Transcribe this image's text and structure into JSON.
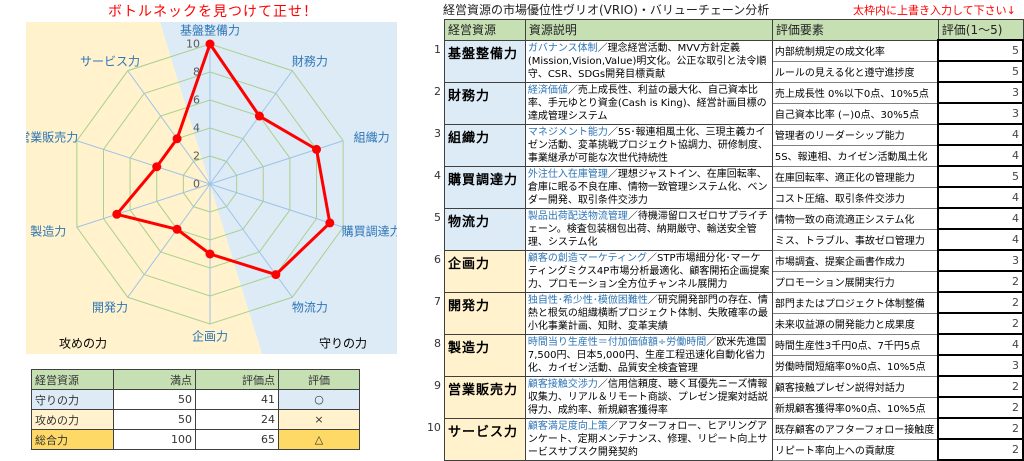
{
  "chart": {
    "title": "ボトルネックを見つけて正せ！",
    "zone_attack_label": "攻めの力",
    "zone_defense_label": "守りの力"
  },
  "chart_data": {
    "type": "radar",
    "title": "ボトルネックを見つけて正せ！",
    "categories": [
      "基盤整備力",
      "財務力",
      "組織力",
      "購買調達力",
      "物流力",
      "企画力",
      "開発力",
      "製造力",
      "営業販売力",
      "サービス力"
    ],
    "series": [
      {
        "name": "評価点",
        "values": [
          10,
          6,
          8,
          9,
          8,
          5,
          4,
          7,
          4,
          4
        ],
        "color": "#ff0000"
      }
    ],
    "rlim": [
      0,
      10
    ],
    "ticks": [
      0,
      2,
      4,
      6,
      8,
      10
    ],
    "grid": true,
    "zones": [
      {
        "name": "守りの力",
        "color": "#ddebf7"
      },
      {
        "name": "攻めの力",
        "color": "#fff2cc"
      }
    ],
    "colors": {
      "grid": "#a9d08e",
      "spokes": "#9dc3e6",
      "labels": "#2e75b6",
      "ticks": "#595959"
    }
  },
  "summary": {
    "headers": [
      "経営資源",
      "満点",
      "評価点",
      "評価"
    ],
    "rows": [
      {
        "name": "守りの力",
        "max": "50",
        "score": "41",
        "grade": "○"
      },
      {
        "name": "攻めの力",
        "max": "50",
        "score": "24",
        "grade": "×"
      },
      {
        "name": "総合力",
        "max": "100",
        "score": "65",
        "grade": "△"
      }
    ]
  },
  "vrio": {
    "title": "経営資源の市場優位性ヴリオ(VRIO)・バリューチェーン分析",
    "note": "太枠内に上書き入力して下さい↓",
    "headers": [
      "経営資源",
      "資源説明",
      "評価要素",
      "評価(1〜5)"
    ],
    "rows": [
      {
        "no": "1",
        "name": "基盤整備力",
        "highlight": "ガバナンス体制",
        "desc": "／理念経営活動、MVV方針定義(Mission,Vision,Value)明文化。公正な取引と法令順守、CSR、SDGs開発目標貢献",
        "elements": [
          "内部統制規定の成文化率",
          "ルールの見える化と遵守進捗度"
        ],
        "scores": [
          "5",
          "5"
        ]
      },
      {
        "no": "2",
        "name": "財務力",
        "highlight": "経済価値",
        "desc": "／売上成長性、利益の最大化、自己資本比率、手元ゆとり資金(Cash is King)、経営計画目標の達成管理システム",
        "elements": [
          "売上成長性 0%以下0点、10%5点",
          "自己資本比率 (−)0点、30%5点"
        ],
        "scores": [
          "3",
          "3"
        ]
      },
      {
        "no": "3",
        "name": "組織力",
        "highlight": "マネジメント能力",
        "desc": "／5S･報連相風土化、三現主義カイゼン活動、変革挑戦プロジェクト協調力、研修制度、事業継承が可能な次世代持続性",
        "elements": [
          "管理者のリーダーシップ能力",
          "5S、報連相、カイゼン活動風土化"
        ],
        "scores": [
          "4",
          "4"
        ]
      },
      {
        "no": "4",
        "name": "購買調達力",
        "highlight": "外注仕入在庫管理",
        "desc": "／理想ジャストイン、在庫回転率、倉庫に眠る不良在庫、情物一致管理システム化、ベンダー開発、取引条件交渉力",
        "elements": [
          "在庫回転率、適正化の管理能力",
          "コスト圧縮、取引条件交渉力"
        ],
        "scores": [
          "5",
          "4"
        ]
      },
      {
        "no": "5",
        "name": "物流力",
        "highlight": "製品出荷配送物流管理",
        "desc": "／待機滞留ロスゼロサプライチェーン。検査包装梱包出荷、納期厳守、輸送安全管理、システム化",
        "elements": [
          "情物一致の商流適正システム化",
          "ミス、トラブル、事故ゼロ管理力"
        ],
        "scores": [
          "4",
          "4"
        ]
      },
      {
        "no": "6",
        "name": "企画力",
        "highlight": "顧客の創造マーケティング",
        "desc": "／STP市場細分化･マーケティングミクス4P市場分析最適化、顧客開拓企画提案力、プロモーション全方位チャンネル展開力",
        "elements": [
          "市場調査、提案企画書作成力",
          "プロモーション展開実行力"
        ],
        "scores": [
          "3",
          "2"
        ]
      },
      {
        "no": "7",
        "name": "開発力",
        "highlight": "独自性･希少性･模倣困難性",
        "desc": "／研究開発部門の存在、情熱と根気の組織横断プロジェクト体制、失敗確率の最小化事業計画、知財、変革実績",
        "elements": [
          "部門またはプロジェクト体制整備",
          "未来収益源の開発能力と成果度"
        ],
        "scores": [
          "2",
          "2"
        ]
      },
      {
        "no": "8",
        "name": "製造力",
        "highlight": "時間当り生産性＝付加価値額÷労働時間",
        "desc": "／欧米先進国7,500円、日本5,000円、生産工程迅速化自動化省力化、カイゼン活動、品質安全検査管理",
        "elements": [
          "時間生産性3千円0点、7千円5点",
          "労働時間短縮率0%0点、10%5点"
        ],
        "scores": [
          "4",
          "3"
        ]
      },
      {
        "no": "9",
        "name": "営業販売力",
        "highlight": "顧客接触交渉力",
        "desc": "／信用信頼度、聴く耳優先ニーズ情報収集力、リアル＆リモート商談、プレゼン提案対話説得力、成約率、新規顧客獲得率",
        "elements": [
          "顧客接触プレゼン説得対話力",
          "新規顧客獲得率0%0点、10%5点"
        ],
        "scores": [
          "2",
          "2"
        ]
      },
      {
        "no": "10",
        "name": "サービス力",
        "highlight": "顧客満足度向上策",
        "desc": "／アフターフォロー、ヒアリングアンケート、定期メンテナンス、修理、リピート向上サービスサブスク開発契約",
        "elements": [
          "既存顧客のアフターフォロー接触度",
          "リピート率向上への貢献度"
        ],
        "scores": [
          "2",
          "2"
        ]
      }
    ]
  }
}
